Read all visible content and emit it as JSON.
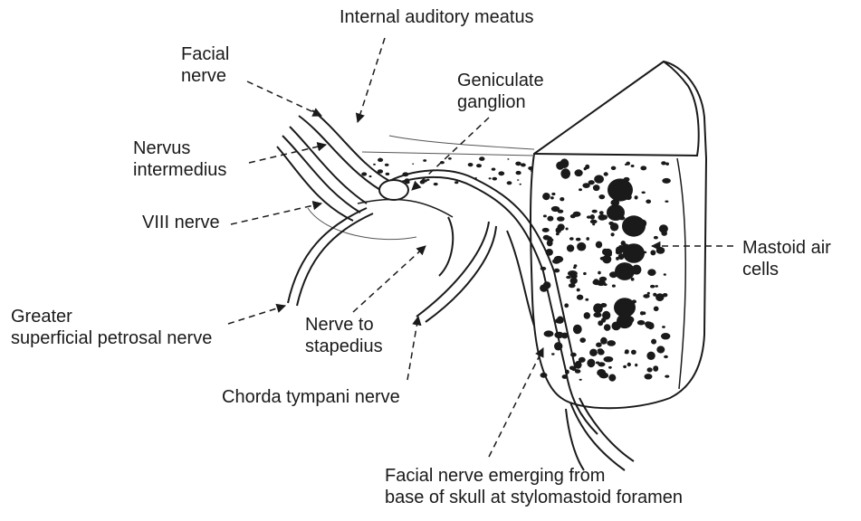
{
  "figure": {
    "labels": {
      "internal_auditory_meatus": [
        "Internal auditory meatus"
      ],
      "facial_nerve": [
        "Facial",
        "nerve"
      ],
      "geniculate_ganglion": [
        "Geniculate",
        "ganglion"
      ],
      "nervus_intermedius": [
        "Nervus",
        "intermedius"
      ],
      "viii_nerve": [
        "VIII nerve"
      ],
      "mastoid_air_cells": [
        "Mastoid air",
        "cells"
      ],
      "greater_superficial_petrosal_nerve": [
        "Greater",
        "superficial petrosal nerve"
      ],
      "nerve_to_stapedius": [
        "Nerve to",
        "stapedius"
      ],
      "chorda_tympani_nerve": [
        "Chorda tympani nerve"
      ],
      "facial_nerve_emerging": [
        "Facial nerve emerging from",
        "base of skull at stylomastoid foramen"
      ]
    },
    "colors": {
      "ink": "#1a1a1a",
      "paper": "#ffffff",
      "bone_shade": "#555555"
    }
  }
}
